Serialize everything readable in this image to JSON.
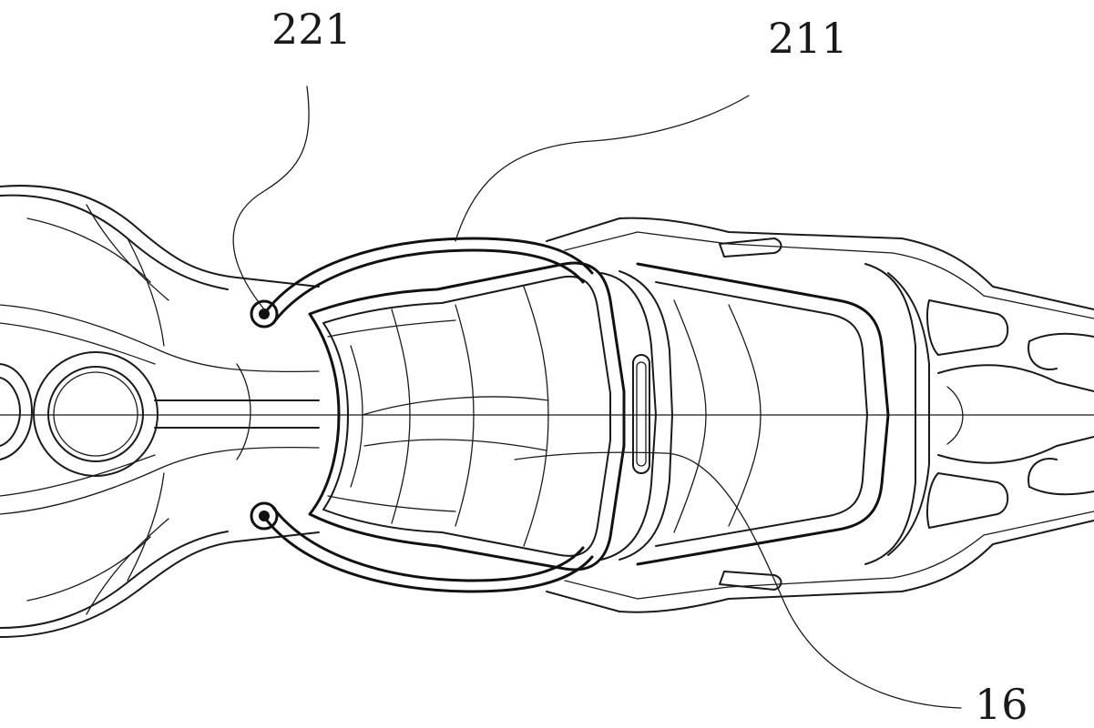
{
  "figure": {
    "labels": {
      "handle_pivot": "221",
      "grab_handle": "211",
      "seat": "16"
    },
    "stroke_color": "#1a1a1a",
    "background_color": "#ffffff"
  }
}
